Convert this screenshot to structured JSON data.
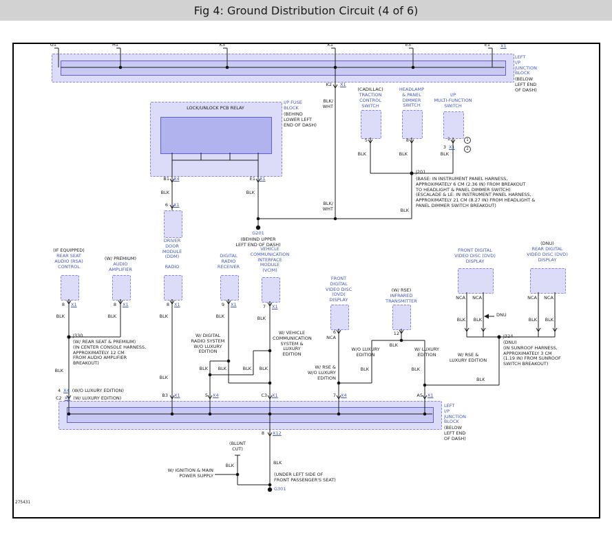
{
  "title": "Fig 4: Ground Distribution Circuit (4 of 6)",
  "drawing_number": "275431",
  "top_block": {
    "pins": [
      {
        "pin": "G1"
      },
      {
        "pin": "H1"
      },
      {
        "pin": "K3"
      },
      {
        "pin": "K1"
      },
      {
        "pin": "E3"
      },
      {
        "pin": "E1",
        "connector": "X1"
      }
    ],
    "name": "LEFT\nI/P\nJUNCTION\nBLOCK",
    "location": "(BELOW\nLEFT END\nOF DASH)",
    "out_pin": "K2",
    "out_connector": "X1",
    "out_wire": "BLK/\nWHT",
    "out_wire2": "BLK/\nWHT"
  },
  "relay": {
    "name": "LOCK/UNLOCK PCB RELAY",
    "block_name": "I/P FUSE\nBLOCK",
    "block_location": "(BEHIND\nLOWER LEFT\nEND OF DASH)",
    "pin_left": "B1",
    "conn_left": "X4",
    "wire_left": "BLK",
    "pin_right": "E1",
    "conn_right": "X1",
    "wire_right": "BLK"
  },
  "ddm": {
    "pin": "6",
    "connector": "X1",
    "name": "DRIVER\nDOOR\nMODULE\n(DDM)"
  },
  "g201": {
    "name": "G201",
    "location": "(BEHIND UPPER\nLEFT END OF DASH)"
  },
  "switches": [
    {
      "prefix": "(CADILLAC)",
      "name": "TRACTION\nCONTROL\nSWITCH",
      "pin": "5",
      "wire": "BLK"
    },
    {
      "name": "HEADLAMP\n& PANEL\nDIMMER\nSWITCH",
      "pin": "8",
      "wire": "BLK"
    },
    {
      "name": "I/P\nMULTI-FUNCTION\nSWITCH",
      "pin1": "1",
      "pin2": "3",
      "connector": "X1",
      "note1": "1",
      "note2": "2",
      "wire": "BLK"
    }
  ],
  "j201": {
    "name": "J201",
    "note": "(BASE: IN INSTRUMENT PANEL HARNESS,\nAPPROXIMATELY 6 CM (2.36 IN) FROM BREAKOUT\nTO HEADLIGHT & PANEL DIMMER SWITCH)\n(ESCALADE & LE: IN INSTRUMENT PANEL HARNESS,\nAPPROXIMATELY 21 CM (8.27 IN) FROM HEADLIGHT &\nPANEL DIMMER SWITCH BREAKOUT)",
    "wire": "BLK"
  },
  "rsa": {
    "prefix": "(IF EQUIPPED)",
    "name": "REAR SEAT\nAUDIO (RSA)\nCONTROL",
    "pin": "8",
    "connector": "X1",
    "wire": "BLK"
  },
  "amplifier": {
    "prefix": "(W/ PREMIUM)",
    "name": "AUDIO\nAMPLIFIER",
    "pin": "8",
    "connector": "X1",
    "wire": "BLK"
  },
  "j330": {
    "name": "J330",
    "note": "(W/ REAR SEAT & PREMIUM)\n(IN CENTER CONSOLE HARNESS,\nAPPROXIMATELY 12 CM\nFROM AUDIO AMPLIFIER\nBREAKOUT)",
    "wire": "BLK",
    "pin_row1": {
      "pin": "4",
      "connector": "X4",
      "note": "(W/O LUXURY EDITION)"
    },
    "pin_row2": {
      "pin": "C2",
      "connector": "X2",
      "note": "(W/ LUXURY EDITION)"
    }
  },
  "radio": {
    "name": "RADIO",
    "pin": "8",
    "connector": "X1",
    "wire": "BLK",
    "wire2": "BLK",
    "block_pin": "B3",
    "block_connector": "X1"
  },
  "receiver": {
    "name": "DIGITAL\nRADIO\nRECEIVER",
    "pin": "9",
    "connector": "X1",
    "wire": "BLK"
  },
  "vcim": {
    "name": "VEHICLE\nCOMMUNICATION\nINTERFACE\nMODULE\n(VCIM)",
    "pin": "7",
    "connector": "X1",
    "wire": "BLK"
  },
  "crossover": {
    "note_left": "W/ DIGITAL\nRADIO SYSTEM\nW/O LUXURY\nEDITION",
    "note_right": "W/ VEHICLE\nCOMMUNICATION\nSYSTEM &\nLUXURY\nEDITION",
    "wires": [
      "BLK",
      "BLK",
      "BLK",
      "BLK"
    ],
    "pin5": "5",
    "conn5": "X4",
    "pinC3": "C3",
    "connC3": "X1"
  },
  "dvd_center": {
    "name": "FRONT\nDIGITAL\nVIDEO DISC\n(DVD)\nDISPLAY",
    "pin": "6",
    "wire": "NCA",
    "note": "W/ RSE &\nW/O LUXURY\nEDITION",
    "block_pin": "7",
    "block_connector": "X4"
  },
  "ir_transmitter": {
    "prefix": "(W/ RSE)",
    "name": "INFRARED\nTRANSMITTER",
    "pin": "12",
    "wire": "BLK",
    "note_left": "W/O LUXURY\nEDITION",
    "note_right": "W/ LUXURY\nEDITION",
    "wire_left": "BLK",
    "wire_right": "BLK",
    "block_pin": "A5",
    "block_connector": "X1"
  },
  "dvd_front_right": {
    "name": "FRONT DIGITAL\nVIDEO DISC (DVD)\nDISPLAY",
    "wire1": "NCA",
    "wire2": "NCA",
    "wire3": "BLK",
    "wire4": "BLK"
  },
  "dvd_rear": {
    "prefix": "(DNU)",
    "name": "REAR DIGITAL\nVIDEO DISC (DVD)\nDISPLAY",
    "wire1": "NCA",
    "wire2": "NCA",
    "wire3": "BLK",
    "wire4": "BLK"
  },
  "dnu_tag": "DNU",
  "j324": {
    "name": "J324",
    "note": "(DNU)\n(IN SUNROOF HARNESS,\nAPPROXIMATELY 3 CM\n(1.19 IN) FROM SUNROOF\nSWITCH BREAKOUT)",
    "note_left": "W/ RSE &\nLUXURY EDITION",
    "wire": "BLK"
  },
  "bottom_block": {
    "name": "LEFT\nI/P\nJUNCTION\nBLOCK",
    "location": "(BELOW\nLEFT END\nOF DASH)",
    "out_pin": "8",
    "out_connector": "X12"
  },
  "g301": {
    "blunt_cut": "(BLUNT\nCUT)",
    "blunt_wire": "BLK",
    "main_wire": "BLK",
    "ignition_note": "W/ IGNITION & MAIN\nPOWER SUPPLY",
    "location": "(UNDER LEFT SIDE OF\nFRONT PASSENGER'S SEAT)",
    "name": "G301"
  }
}
